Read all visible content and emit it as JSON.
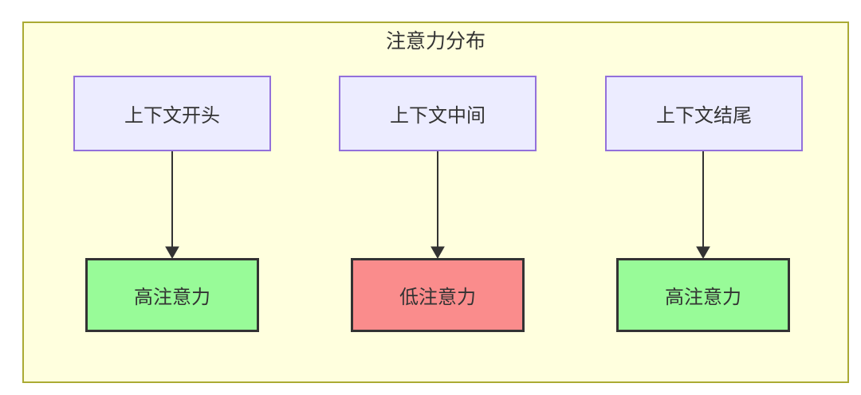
{
  "diagram": {
    "title": "注意力分布",
    "top_nodes": [
      {
        "id": "context-start",
        "label": "上下文开头"
      },
      {
        "id": "context-middle",
        "label": "上下文中间"
      },
      {
        "id": "context-end",
        "label": "上下文结尾"
      }
    ],
    "bottom_nodes": [
      {
        "id": "attention-start",
        "label": "高注意力",
        "status": "high",
        "fill": "#98FB98"
      },
      {
        "id": "attention-middle",
        "label": "低注意力",
        "status": "low",
        "fill": "#FA8C8C"
      },
      {
        "id": "attention-end",
        "label": "高注意力",
        "status": "high",
        "fill": "#98FB98"
      }
    ],
    "edges": [
      {
        "from": "context-start",
        "to": "attention-start"
      },
      {
        "from": "context-middle",
        "to": "attention-middle"
      },
      {
        "from": "context-end",
        "to": "attention-end"
      }
    ],
    "colors": {
      "container_fill": "#FFFFDE",
      "container_border": "#AAAA33",
      "top_node_fill": "#ECECFF",
      "top_node_border": "#9370DB",
      "high_attention_fill": "#98FB98",
      "low_attention_fill": "#FA8C8C",
      "dark_border": "#333333",
      "arrow": "#333333",
      "text": "#333333"
    }
  }
}
